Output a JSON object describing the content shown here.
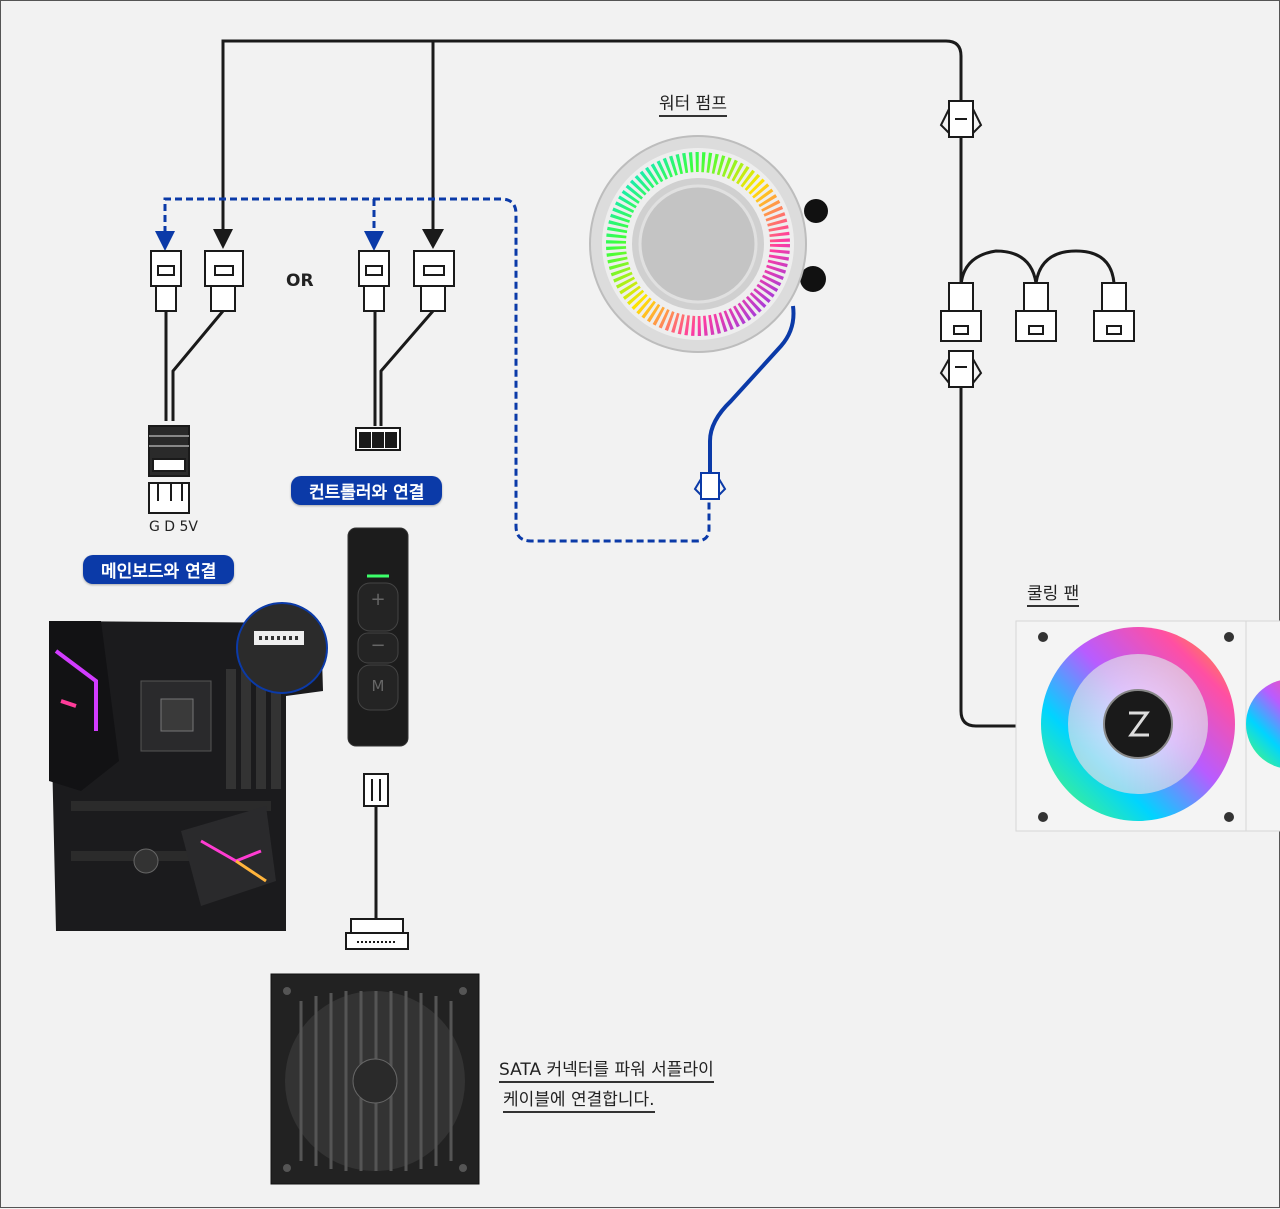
{
  "labels": {
    "water_pump": "워터 펌프",
    "cooling_fan": "쿨링 팬",
    "or": "OR",
    "mainboard_connect": "메인보드와 연결",
    "controller_connect": "컨트롤러와 연결",
    "pin_labels": "G  D 5V",
    "sata_line1": "SATA 커넥터를 파워 서플라이",
    "sata_line2": "케이블에 연결합니다."
  },
  "controller": {
    "buttons": [
      "+",
      "−",
      "M"
    ]
  },
  "colors": {
    "cable_black": "#1a1a1a",
    "cable_blue": "#0b3aa8",
    "pill_bg": "#0b3aa8"
  }
}
